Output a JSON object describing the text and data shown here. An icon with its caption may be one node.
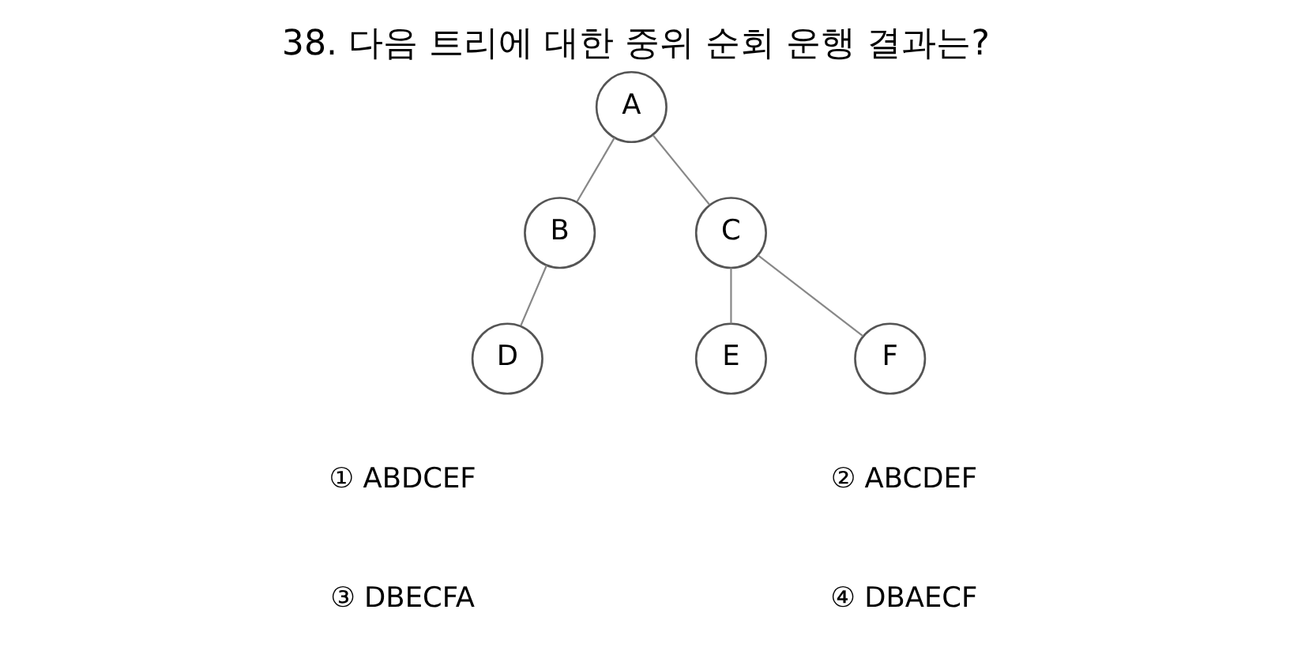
{
  "diagram": {
    "title": "38. 다음 트리에 대한 중위 순회 운행 결과는?",
    "nodes": [
      {
        "text": [
          "A"
        ]
      },
      {
        "text": [
          "B"
        ]
      },
      {
        "text": [
          "C"
        ]
      },
      {
        "text": [
          "D"
        ]
      },
      {
        "text": [
          "E"
        ]
      },
      {
        "text": [
          "F"
        ]
      }
    ],
    "edges": [
      {
        "from": 0,
        "to": 1,
        "arrow": "none"
      },
      {
        "from": 0,
        "to": 2,
        "arrow": "none"
      },
      {
        "from": 1,
        "to": 3,
        "arrow": "none"
      },
      {
        "from": 2,
        "to": 4,
        "arrow": "none"
      },
      {
        "from": 2,
        "to": 5,
        "arrow": "none"
      }
    ],
    "labels": [
      "① ABDCEF",
      "② ABCDEF",
      "③ DBECFA",
      "④ DBAECF"
    ]
  }
}
